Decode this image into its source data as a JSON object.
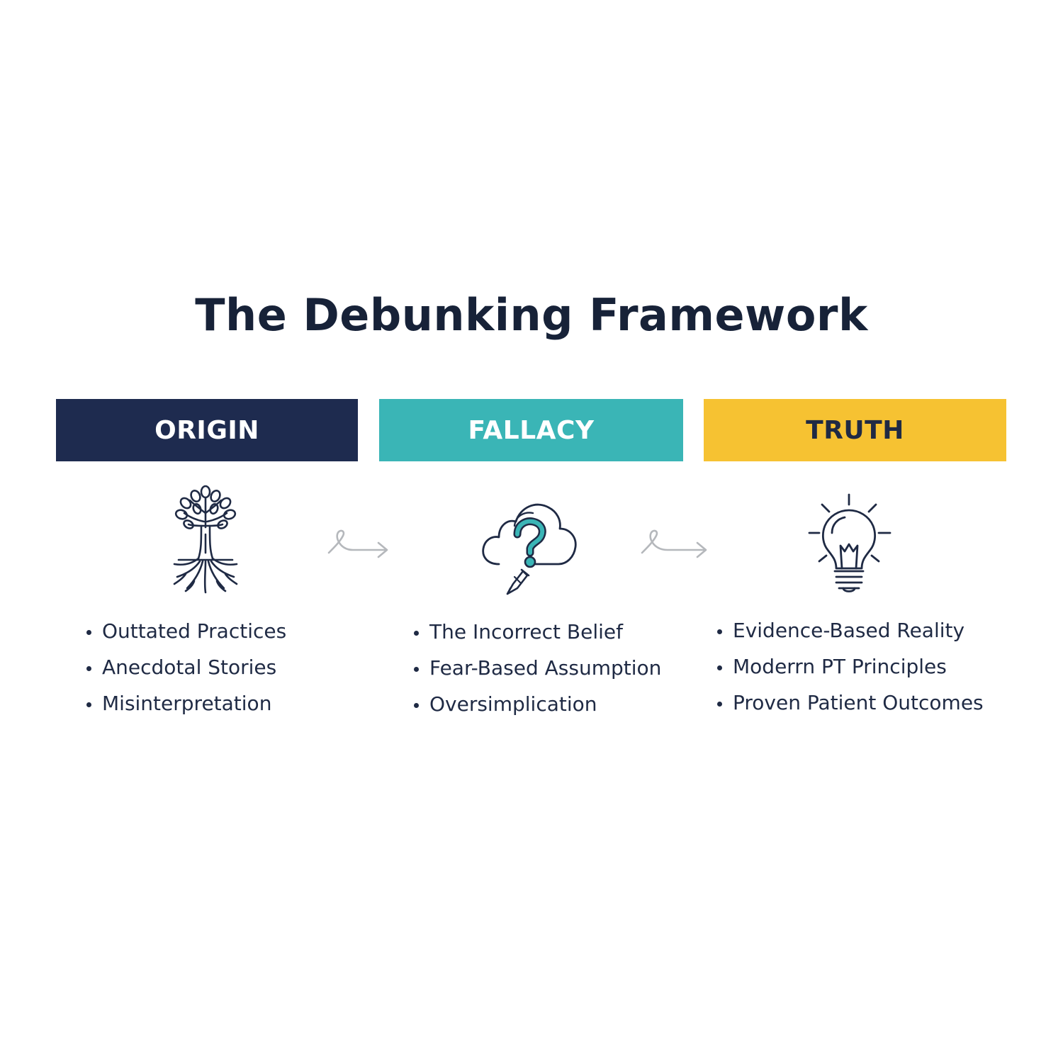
{
  "title": "The Debunking Framework",
  "colors": {
    "origin": "#1e2b4f",
    "fallacy": "#3ab5b6",
    "truth": "#f6c232",
    "ink": "#1f2a44",
    "arrow": "#b5b8bc"
  },
  "columns": [
    {
      "label": "ORIGIN",
      "icon": "tree-roots-icon",
      "items": [
        "Outtated Practices",
        "Anecdotal Stories",
        "Misinterpretation"
      ]
    },
    {
      "label": "FALLACY",
      "icon": "cloud-question-icon",
      "items": [
        "The Incorrect Belief",
        "Fear-Based Assumption",
        "Oversimplication"
      ]
    },
    {
      "label": "TRUTH",
      "icon": "lightbulb-icon",
      "items": [
        "Evidence-Based Reality",
        "Moderrn PT Principles",
        "Proven Patient Outcomes"
      ]
    }
  ]
}
